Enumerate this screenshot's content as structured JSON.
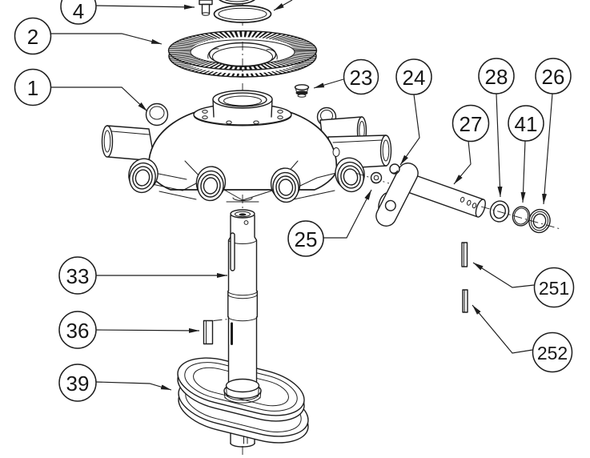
{
  "diagram": {
    "type": "exploded-parts-diagram",
    "background_color": "#ffffff",
    "line_color": "#1d1d1d"
  },
  "callouts": [
    {
      "id": "4",
      "label": "4"
    },
    {
      "id": "2",
      "label": "2"
    },
    {
      "id": "1",
      "label": "1"
    },
    {
      "id": "23",
      "label": "23"
    },
    {
      "id": "24",
      "label": "24"
    },
    {
      "id": "28",
      "label": "28"
    },
    {
      "id": "26",
      "label": "26"
    },
    {
      "id": "27",
      "label": "27"
    },
    {
      "id": "41",
      "label": "41"
    },
    {
      "id": "25",
      "label": "25"
    },
    {
      "id": "33",
      "label": "33"
    },
    {
      "id": "36",
      "label": "36"
    },
    {
      "id": "39",
      "label": "39"
    },
    {
      "id": "251",
      "label": "251"
    },
    {
      "id": "252",
      "label": "252"
    }
  ]
}
